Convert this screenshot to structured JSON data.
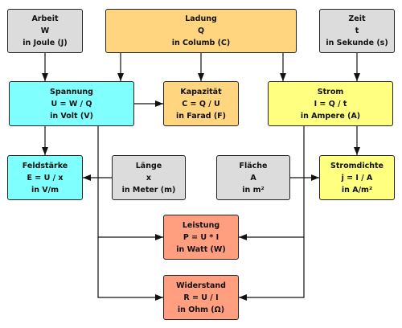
{
  "colors": {
    "gray": "#dcdcdc",
    "orange": "#ffd57f",
    "cyan": "#80ffff",
    "yellow": "#ffff80",
    "salmon": "#ff9f80",
    "line": "#111111"
  },
  "boxes": {
    "arbeit": {
      "name": "Arbeit",
      "formula": "W",
      "unit": "in Joule (J)"
    },
    "ladung": {
      "name": "Ladung",
      "formula": "Q",
      "unit": "in Columb (C)"
    },
    "zeit": {
      "name": "Zeit",
      "formula": "t",
      "unit": "in Sekunde (s)"
    },
    "spannung": {
      "name": "Spannung",
      "formula": "U = W / Q",
      "unit": "in Volt (V)"
    },
    "kapazitaet": {
      "name": "Kapazität",
      "formula": "C = Q / U",
      "unit": "in Farad (F)"
    },
    "strom": {
      "name": "Strom",
      "formula": "I = Q / t",
      "unit": "in Ampere (A)"
    },
    "feldstaerke": {
      "name": "Feldstärke",
      "formula": "E = U / x",
      "unit": "in V/m"
    },
    "laenge": {
      "name": "Länge",
      "formula": "x",
      "unit": "in Meter (m)"
    },
    "flaeche": {
      "name": "Fläche",
      "formula": "A",
      "unit": "in m²"
    },
    "stromdichte": {
      "name": "Stromdichte",
      "formula": "j = I / A",
      "unit": "in A/m²"
    },
    "leistung": {
      "name": "Leistung",
      "formula": "P = U * I",
      "unit": "in Watt (W)"
    },
    "widerstand": {
      "name": "Widerstand",
      "formula": "R = U / I",
      "unit": "in Ohm (Ω)"
    }
  }
}
